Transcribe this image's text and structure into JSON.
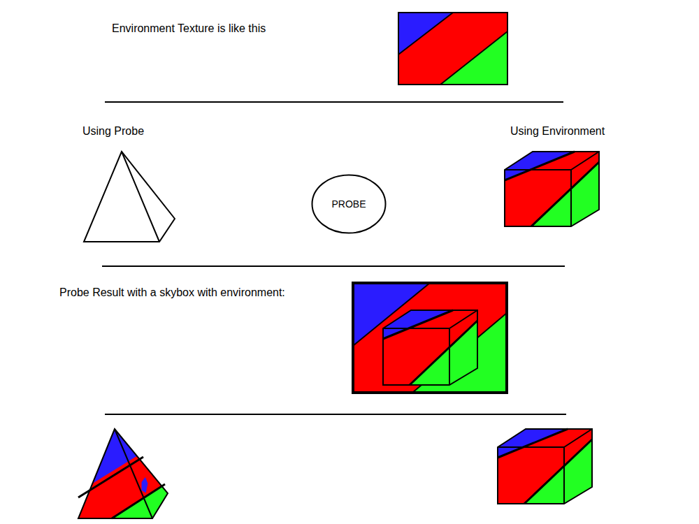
{
  "diagram": {
    "nodes": [
      {
        "text": [
          "PROBE"
        ]
      }
    ],
    "labels": [
      "Environment Texture is like this",
      "Using Probe",
      "Using Environment",
      "Probe Result with a skybox with environment:"
    ]
  }
}
